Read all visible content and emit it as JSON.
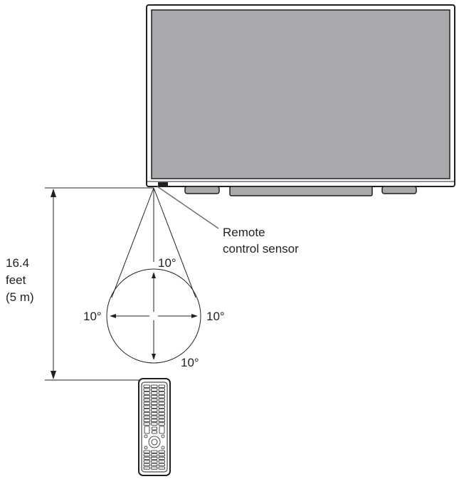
{
  "labels": {
    "sensor_line1": "Remote",
    "sensor_line2": "control sensor",
    "distance_line1": "16.4",
    "distance_line2": "feet",
    "distance_line3": "(5 m)",
    "angle_top": "10°",
    "angle_left": "10°",
    "angle_right": "10°",
    "angle_bottom": "10°"
  },
  "colors": {
    "line": "#231f20",
    "screen": "#a7a9ac",
    "bezel": "#ffffff"
  }
}
